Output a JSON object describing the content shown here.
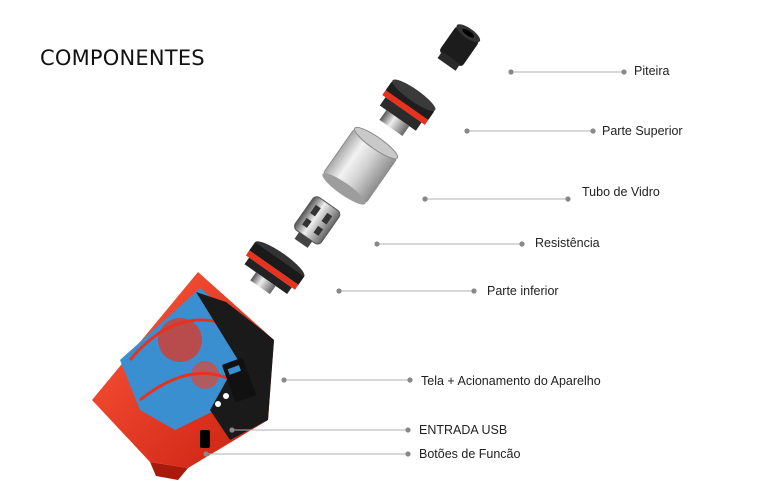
{
  "title": "COMPONENTES",
  "components": [
    {
      "label": "Piteira"
    },
    {
      "label": "Parte Superior"
    },
    {
      "label": "Tubo de Vidro"
    },
    {
      "label": "Resistência"
    },
    {
      "label": "Parte inferior"
    },
    {
      "label": "Tela +  Acionamento do Aparelho"
    },
    {
      "label": "ENTRADA USB"
    },
    {
      "label": "Botões de Funcão"
    }
  ],
  "colors": {
    "device_red": "#e8321e",
    "device_black": "#1a1a1a",
    "panel_blue": "#3a8fd0",
    "leader_line": "#b0b0b0",
    "leader_dot": "#888888"
  }
}
